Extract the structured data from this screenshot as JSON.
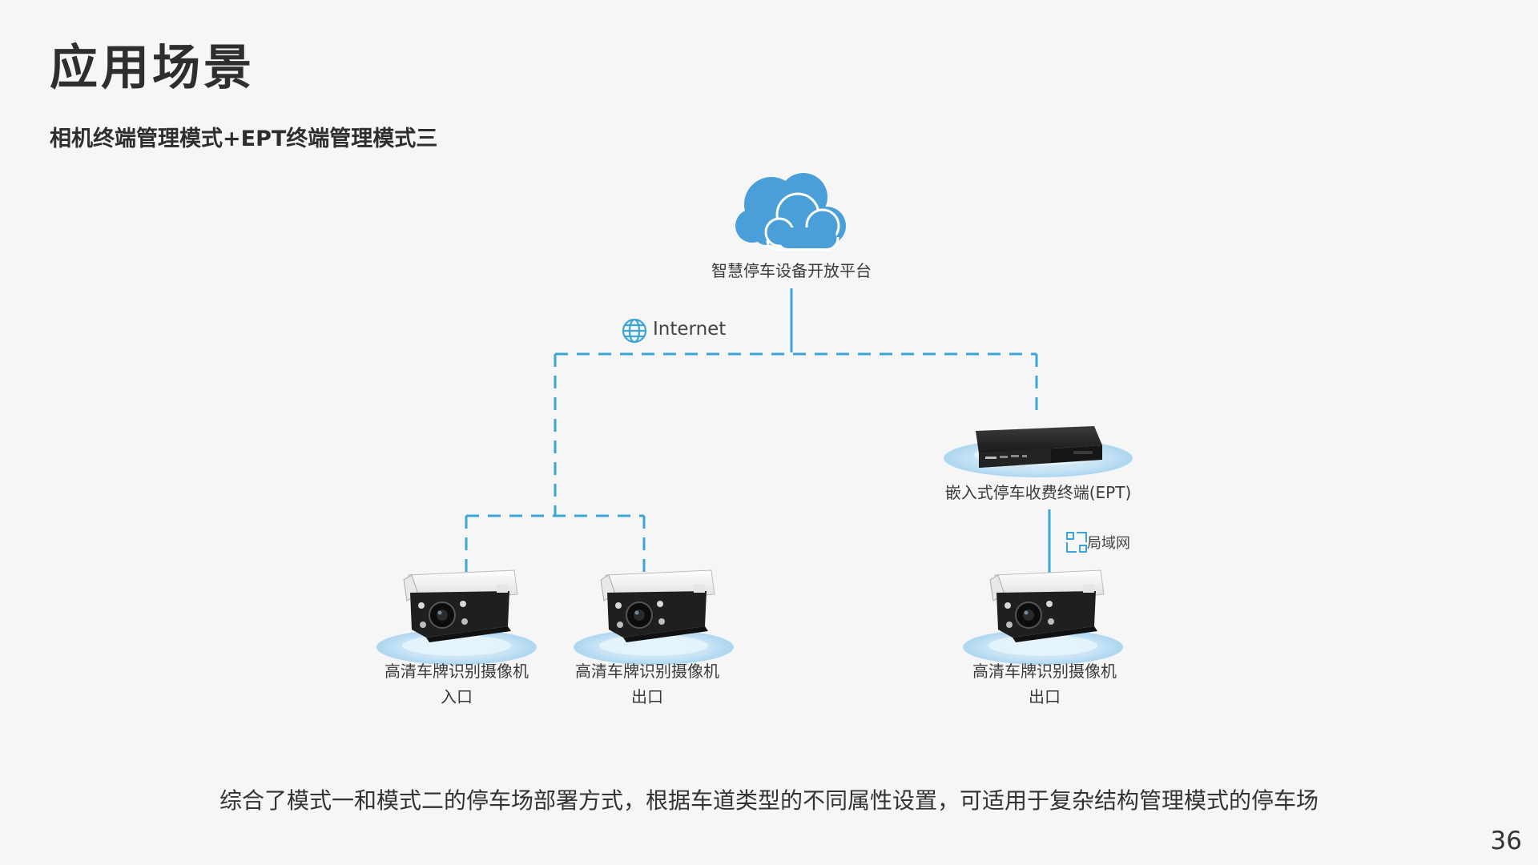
{
  "slide": {
    "title": "应用场景",
    "subtitle": "相机终端管理模式+EPT终端管理模式三",
    "description": "综合了模式一和模式二的停车场部署方式，根据车道类型的不同属性设置，可适用于复杂结构管理模式的停车场",
    "page_number": "36"
  },
  "diagram": {
    "cloud": {
      "label": "智慧停车设备开放平台",
      "icon": "cloud-icon"
    },
    "internet": {
      "label": "Internet",
      "icon": "globe-icon"
    },
    "ept": {
      "label": "嵌入式停车收费终端(EPT)",
      "icon": "ept-device"
    },
    "lan": {
      "label": "局域网",
      "icon": "lan-icon"
    },
    "cameras": [
      {
        "name": "高清车牌识别摄像机",
        "role": "入口",
        "icon": "camera-icon"
      },
      {
        "name": "高清车牌识别摄像机",
        "role": "出口",
        "icon": "camera-icon"
      },
      {
        "name": "高清车牌识别摄像机",
        "role": "出口",
        "icon": "camera-icon"
      }
    ]
  },
  "colors": {
    "connector": "#3ba5d6",
    "cloud": "#4a9fd8",
    "base_glow": "#bfe0f5"
  }
}
